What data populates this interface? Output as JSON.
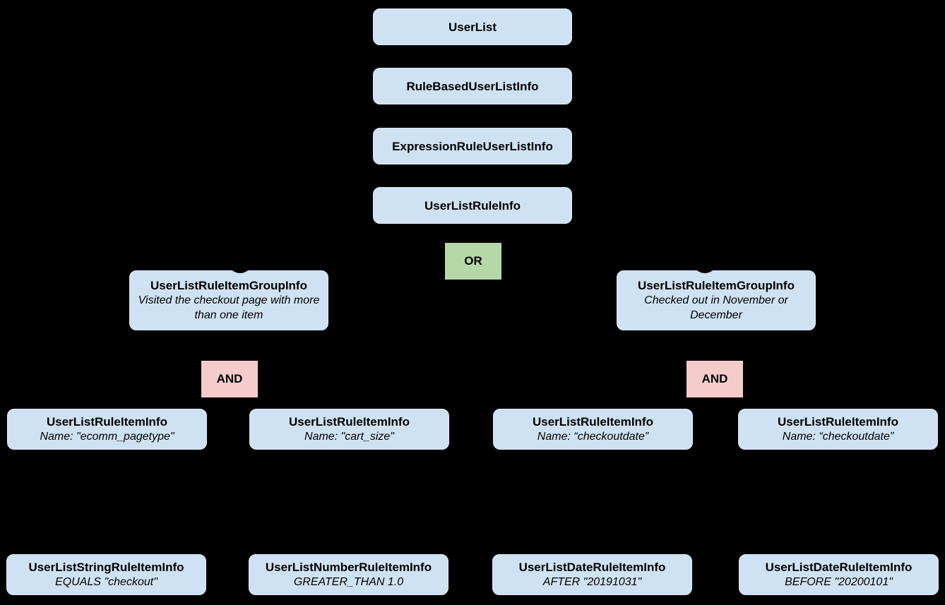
{
  "colors": {
    "background": "#000000",
    "node_fill": "#cfe2f3",
    "node_edge": "#dce9f7",
    "or_fill": "#b6d7a8",
    "and_fill": "#f4cccc",
    "text": "#000000"
  },
  "operators": {
    "or_label": "OR",
    "and_label": "AND"
  },
  "chain": [
    {
      "label": "UserList"
    },
    {
      "label": "RuleBasedUserListInfo"
    },
    {
      "label": "ExpressionRuleUserListInfo"
    },
    {
      "label": "UserListRuleInfo"
    }
  ],
  "groups": [
    {
      "title": "UserListRuleItemGroupInfo",
      "desc": "Visited the checkout page with more than one item"
    },
    {
      "title": "UserListRuleItemGroupInfo",
      "desc": "Checked out in November or December"
    }
  ],
  "items": [
    {
      "title": "UserListRuleItemInfo",
      "desc": "Name: \"ecomm_pagetype\""
    },
    {
      "title": "UserListRuleItemInfo",
      "desc": "Name: \"cart_size\""
    },
    {
      "title": "UserListRuleItemInfo",
      "desc": "Name: “checkoutdate”"
    },
    {
      "title": "UserListRuleItemInfo",
      "desc": "Name: “checkoutdate”"
    }
  ],
  "leaves": [
    {
      "title": "UserListStringRuleItemInfo",
      "desc": "EQUALS \"checkout\""
    },
    {
      "title": "UserListNumberRuleItemInfo",
      "desc": "GREATER_THAN 1.0"
    },
    {
      "title": "UserListDateRuleItemInfo",
      "desc": "AFTER \"20191031\""
    },
    {
      "title": "UserListDateRuleItemInfo",
      "desc": "BEFORE \"20200101\""
    }
  ]
}
